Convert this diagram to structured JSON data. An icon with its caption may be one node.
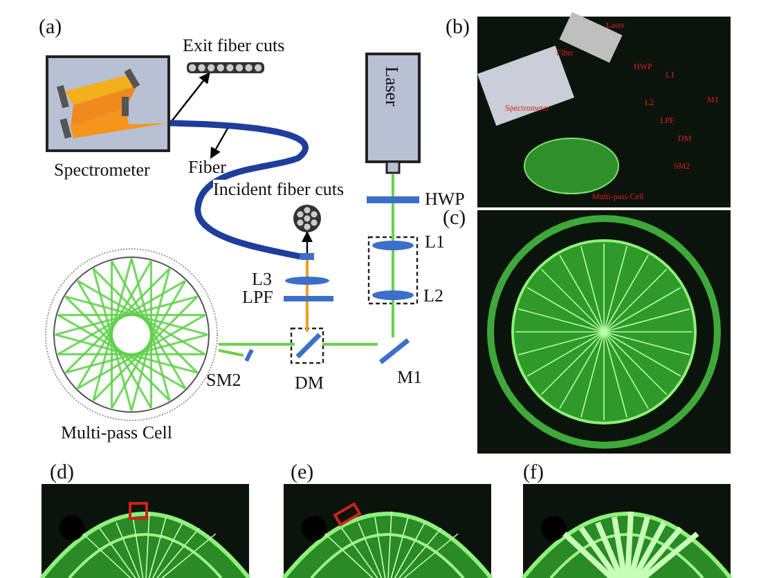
{
  "diagram": {
    "nodes": [
      {
        "text": [
          "Spectrometer"
        ]
      },
      {
        "text": [
          "Exit fiber cuts"
        ]
      },
      {
        "text": [
          "Fiber"
        ]
      },
      {
        "text": [],
        "shape": "box"
      },
      {
        "text": [
          "Incident fiber cuts"
        ]
      },
      {
        "text": [
          "Laser"
        ]
      },
      {
        "text": [
          "HWP"
        ]
      },
      {
        "text": [
          "L1"
        ]
      },
      {
        "text": [
          "L2"
        ]
      },
      {
        "text": [
          "M1"
        ]
      },
      {
        "text": [
          "DM"
        ]
      },
      {
        "text": [
          "L3"
        ]
      },
      {
        "text": [
          "LPF"
        ]
      },
      {
        "text": [
          "SM2"
        ]
      },
      {
        "text": [
          "Multi-pass Cell"
        ]
      },
      {
        "text": [],
        "shape": "picture"
      },
      {
        "text": [],
        "shape": "picture"
      },
      {
        "text": [],
        "shape": "picture"
      },
      {
        "text": [],
        "shape": "picture"
      },
      {
        "text": [],
        "shape": "picture"
      }
    ],
    "edges": [
      {
        "from": 5,
        "to": 6,
        "arrow": "none"
      },
      {
        "from": 6,
        "to": 7,
        "arrow": "none"
      },
      {
        "from": 7,
        "to": 8,
        "arrow": "none"
      },
      {
        "from": 8,
        "to": 9,
        "arrow": "none"
      },
      {
        "from": 9,
        "to": 10,
        "arrow": "none"
      },
      {
        "from": 10,
        "to": 14,
        "arrow": "none"
      },
      {
        "from": 14,
        "to": 13,
        "arrow": "none"
      },
      {
        "from": 10,
        "to": 12,
        "arrow": "none",
        "color": "#f39c1f"
      },
      {
        "from": 12,
        "to": 11,
        "arrow": "none",
        "color": "#f39c1f"
      },
      {
        "from": 11,
        "to": 3,
        "arrow": "none",
        "color": "#f39c1f"
      },
      {
        "from": 0,
        "to": 1,
        "arrow": "to",
        "color": "#000000"
      },
      {
        "from": null,
        "to": 2,
        "arrow": "to",
        "color": "#000000"
      },
      {
        "from": 3,
        "to": 4,
        "arrow": "to",
        "color": "#000000"
      },
      {
        "from": 3,
        "to": 0,
        "arrow": "none",
        "style": "thick",
        "color": "#1f3e9c"
      }
    ],
    "labels": [
      "(a)",
      "(b)",
      "(c)",
      "(d)",
      "(e)",
      "(f)",
      "Laser",
      "Fiber",
      "Spectrometer",
      "HWP",
      "L1",
      "L2",
      "M1",
      "LPF",
      "DM",
      "SM2",
      "Multi-pass Cell"
    ]
  }
}
